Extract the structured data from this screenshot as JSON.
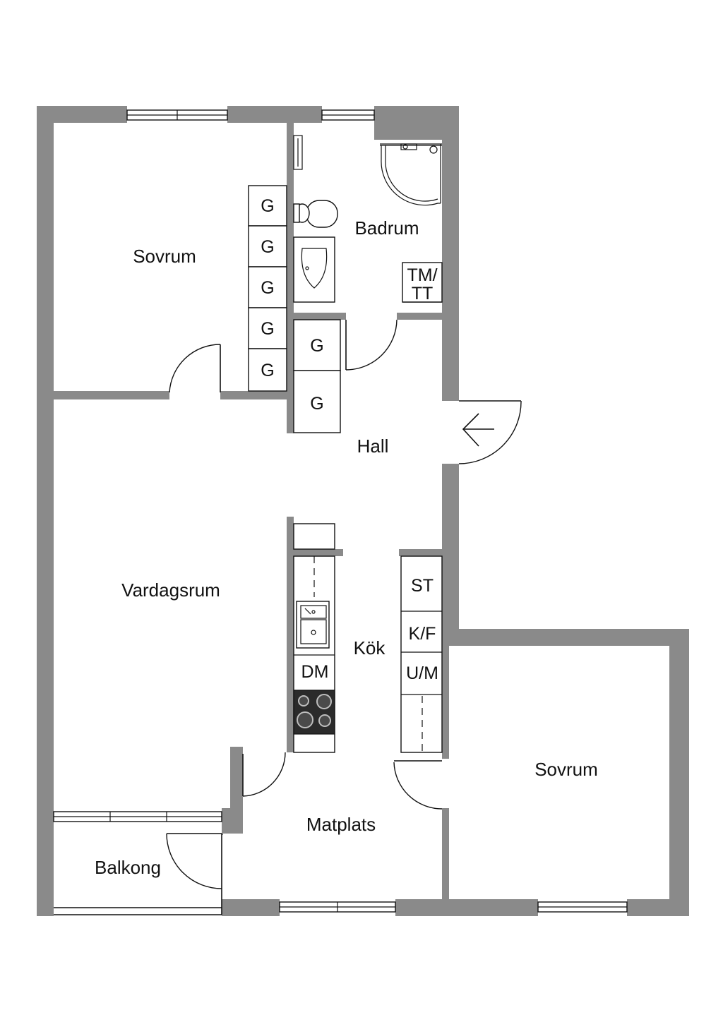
{
  "rooms": {
    "sovrum_1": "Sovrum",
    "badrum": "Badrum",
    "hall": "Hall",
    "vardagsrum": "Vardagsrum",
    "kok": "Kök",
    "sovrum_2": "Sovrum",
    "matplats": "Matplats",
    "balkong": "Balkong"
  },
  "fixtures": {
    "wardrobe": "G",
    "washer_top": "TM/",
    "washer_bottom": "TT",
    "stove_unit": "ST",
    "fridge_freezer": "K/F",
    "oven_microwave": "U/M",
    "dishwasher": "DM"
  },
  "colors": {
    "wall": "#8a8a8a",
    "line": "#111111",
    "background": "#ffffff",
    "hob": "#2b2b2b"
  },
  "icons": {
    "entrance": "arrow-left-icon"
  }
}
